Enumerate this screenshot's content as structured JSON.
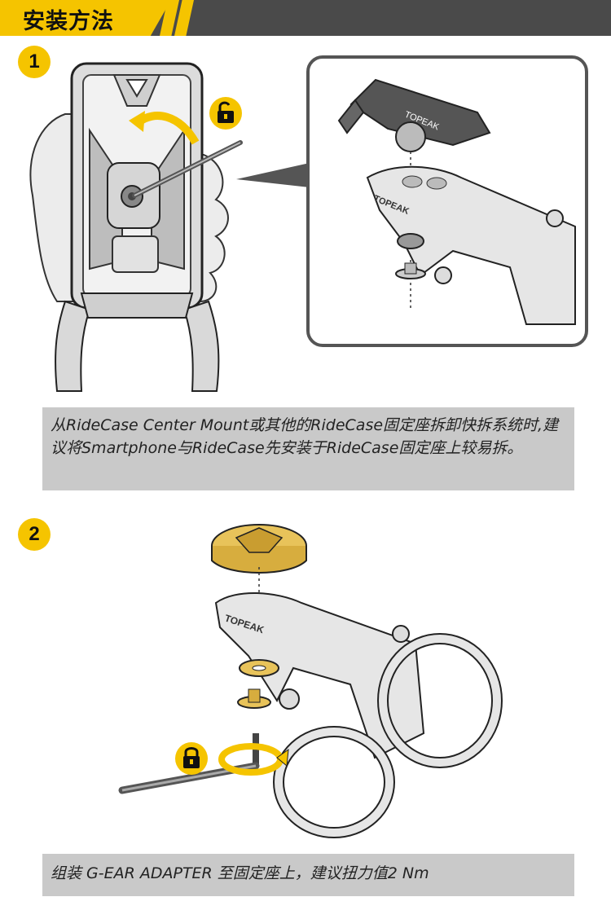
{
  "header": {
    "title": "安装方法"
  },
  "steps": [
    {
      "number": "1",
      "caption": "从RideCase Center Mount或其他的RideCase固定座拆卸快拆系统时,建议将Smartphone与RideCase先安装于RideCase固定座上较易拆。",
      "logo_text": "TOPEAK",
      "lock_icon": "unlock-icon"
    },
    {
      "number": "2",
      "caption": "组装 G-EAR ADAPTER 至固定座上，建议扭力值2 Nm",
      "logo_text": "TOPEAK",
      "lock_icon": "lock-icon"
    }
  ],
  "colors": {
    "accent_yellow": "#f5c400",
    "header_dark": "#4a4a4a",
    "caption_bg": "#c9c9c9",
    "part_gold": "#e8c35a"
  }
}
